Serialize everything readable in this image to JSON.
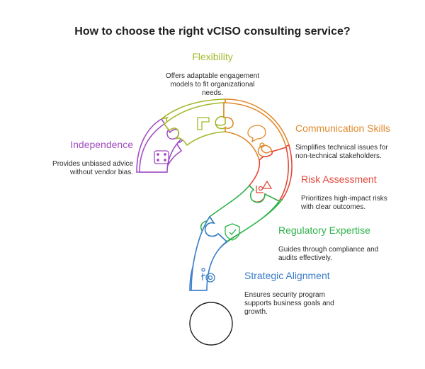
{
  "title": "How to choose the right vCISO consulting service?",
  "colors": {
    "flexibility": "#a3b82a",
    "communication": "#e08a2c",
    "risk": "#e4483a",
    "regulatory": "#2db34a",
    "strategic": "#3b7dc9",
    "independence": "#a24cc2",
    "outline": "#2a2a2a"
  },
  "factors": {
    "flexibility": {
      "name": "Flexibility",
      "description": [
        "Offers adaptable engagement",
        "models to fit organizational",
        "needs."
      ],
      "icon": "path-corner-icon"
    },
    "communication": {
      "name": "Communication Skills",
      "description": [
        "Simplifies technical issues for",
        "non-technical stakeholders."
      ],
      "icon": "chat-gear-icon"
    },
    "risk": {
      "name": "Risk Assessment",
      "description": [
        "Prioritizes high-impact risks",
        "with clear outcomes."
      ],
      "icon": "risk-warning-icon"
    },
    "regulatory": {
      "name": "Regulatory Expertise",
      "description": [
        "Guides through compliance and",
        "audits effectively."
      ],
      "icon": "shield-icon"
    },
    "strategic": {
      "name": "Strategic Alignment",
      "description": [
        "Ensures security program",
        "supports business goals and",
        "growth."
      ],
      "icon": "target-person-icon"
    },
    "independence": {
      "name": "Independence",
      "description": [
        "Provides unbiased advice",
        "without vendor bias."
      ],
      "icon": "dice-icon"
    }
  }
}
